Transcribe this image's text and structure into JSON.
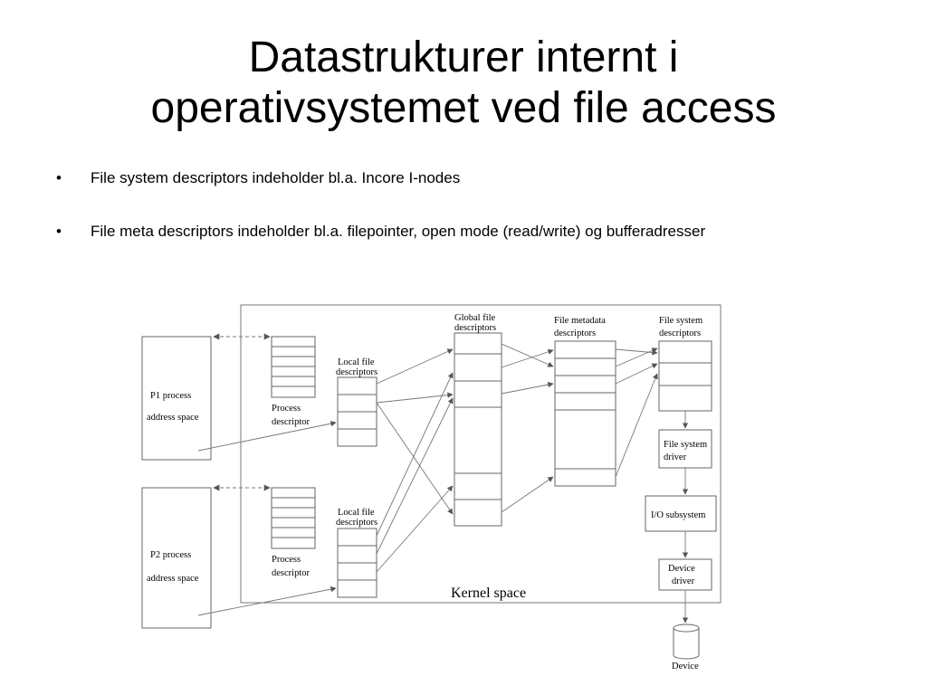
{
  "slide": {
    "title_line1": "Datastrukturer internt i",
    "title_line2": "operativsystemet ved file access",
    "bullets": [
      {
        "marker": "•",
        "text": "File system descriptors indeholder bl.a. Incore I-nodes"
      },
      {
        "marker": "•",
        "text": "File meta descriptors indeholder bl.a. filepointer, open mode (read/write) og bufferadresser"
      }
    ]
  },
  "diagram": {
    "p1_line1": "P1 process",
    "p1_line2": "address space",
    "p2_line1": "P2 process",
    "p2_line2": "address space",
    "process_descriptor_line1": "Process",
    "process_descriptor_line2": "descriptor",
    "local_file_line1": "Local file",
    "local_file_line2": "descriptors",
    "global_file_line1": "Global file",
    "global_file_line2": "descriptors",
    "file_metadata_line1": "File metadata",
    "file_metadata_line2": "descriptors",
    "file_system_desc_line1": "File system",
    "file_system_desc_line2": "descriptors",
    "fs_driver_line1": "File system",
    "fs_driver_line2": "driver",
    "io_subsystem": "I/O subsystem",
    "device_driver_line1": "Device",
    "device_driver_line2": "driver",
    "kernel_space": "Kernel space",
    "device": "Device"
  }
}
